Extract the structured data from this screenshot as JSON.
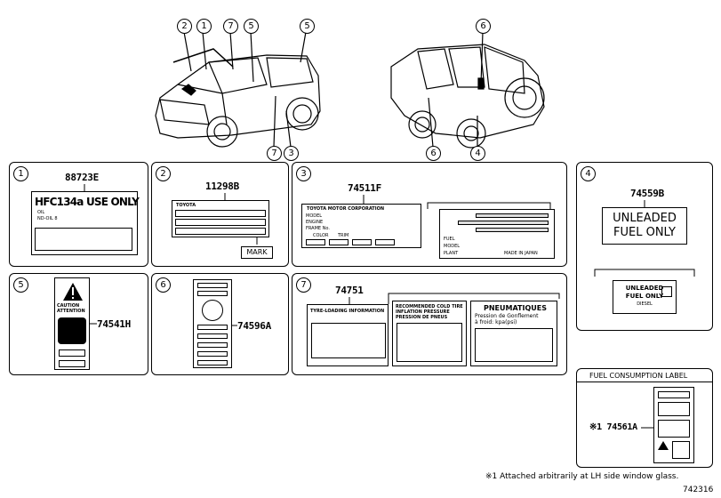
{
  "callouts_top_left": [
    "2",
    "1",
    "7",
    "5",
    "5"
  ],
  "callouts_top_left_bottom": [
    "7",
    "3"
  ],
  "callouts_top_right": [
    "6",
    "6",
    "4"
  ],
  "panels": {
    "p1": {
      "num": "1",
      "part": "88723E",
      "main_text": "HFC134a USE ONLY",
      "sub1": "OIL",
      "sub2": "ND-OIL 8"
    },
    "p2": {
      "num": "2",
      "part": "11298B",
      "brand": "TOYOTA",
      "mark": "MARK"
    },
    "p3": {
      "num": "3",
      "part": "74511F",
      "company": "TOYOTA MOTOR CORPORATION",
      "row1": "MODEL",
      "row2": "ENGINE",
      "row3": "FRAME No.",
      "row4": "COLOR",
      "row5": "TRIM",
      "r_label1": "FUEL",
      "r_label2": "MODEL",
      "r_label3": "PLANT",
      "made": "MADE IN JAPAN"
    },
    "p4": {
      "num": "4",
      "part": "74559B",
      "line1": "UNLEADED",
      "line2": "FUEL ONLY",
      "small1": "UNLEADED",
      "small2": "FUEL ONLY",
      "small3": "DIESEL"
    },
    "p5": {
      "num": "5",
      "part": "74541H",
      "caution1": "CAUTION",
      "caution2": "ATTENTION"
    },
    "p6": {
      "num": "6",
      "part": "74596A"
    },
    "p7": {
      "num": "7",
      "part": "74751",
      "tyre": "TYRE-LOADING INFORMATION",
      "cold1": "RECOMMENDED COLD TIRE",
      "cold2": "INFLATION PRESSURE",
      "cold3": "PRESSION DE PNEUS",
      "pneu": "PNEUMATIQUES",
      "pression1": "Pression de Gonflement",
      "pression2": "à froid: kpa(psi)"
    },
    "fuel": {
      "title": "FUEL CONSUMPTION LABEL",
      "part": "※1 74561A"
    }
  },
  "footnote": "※1  Attached arbitrarily at LH side window glass.",
  "diagram_code": "742316"
}
